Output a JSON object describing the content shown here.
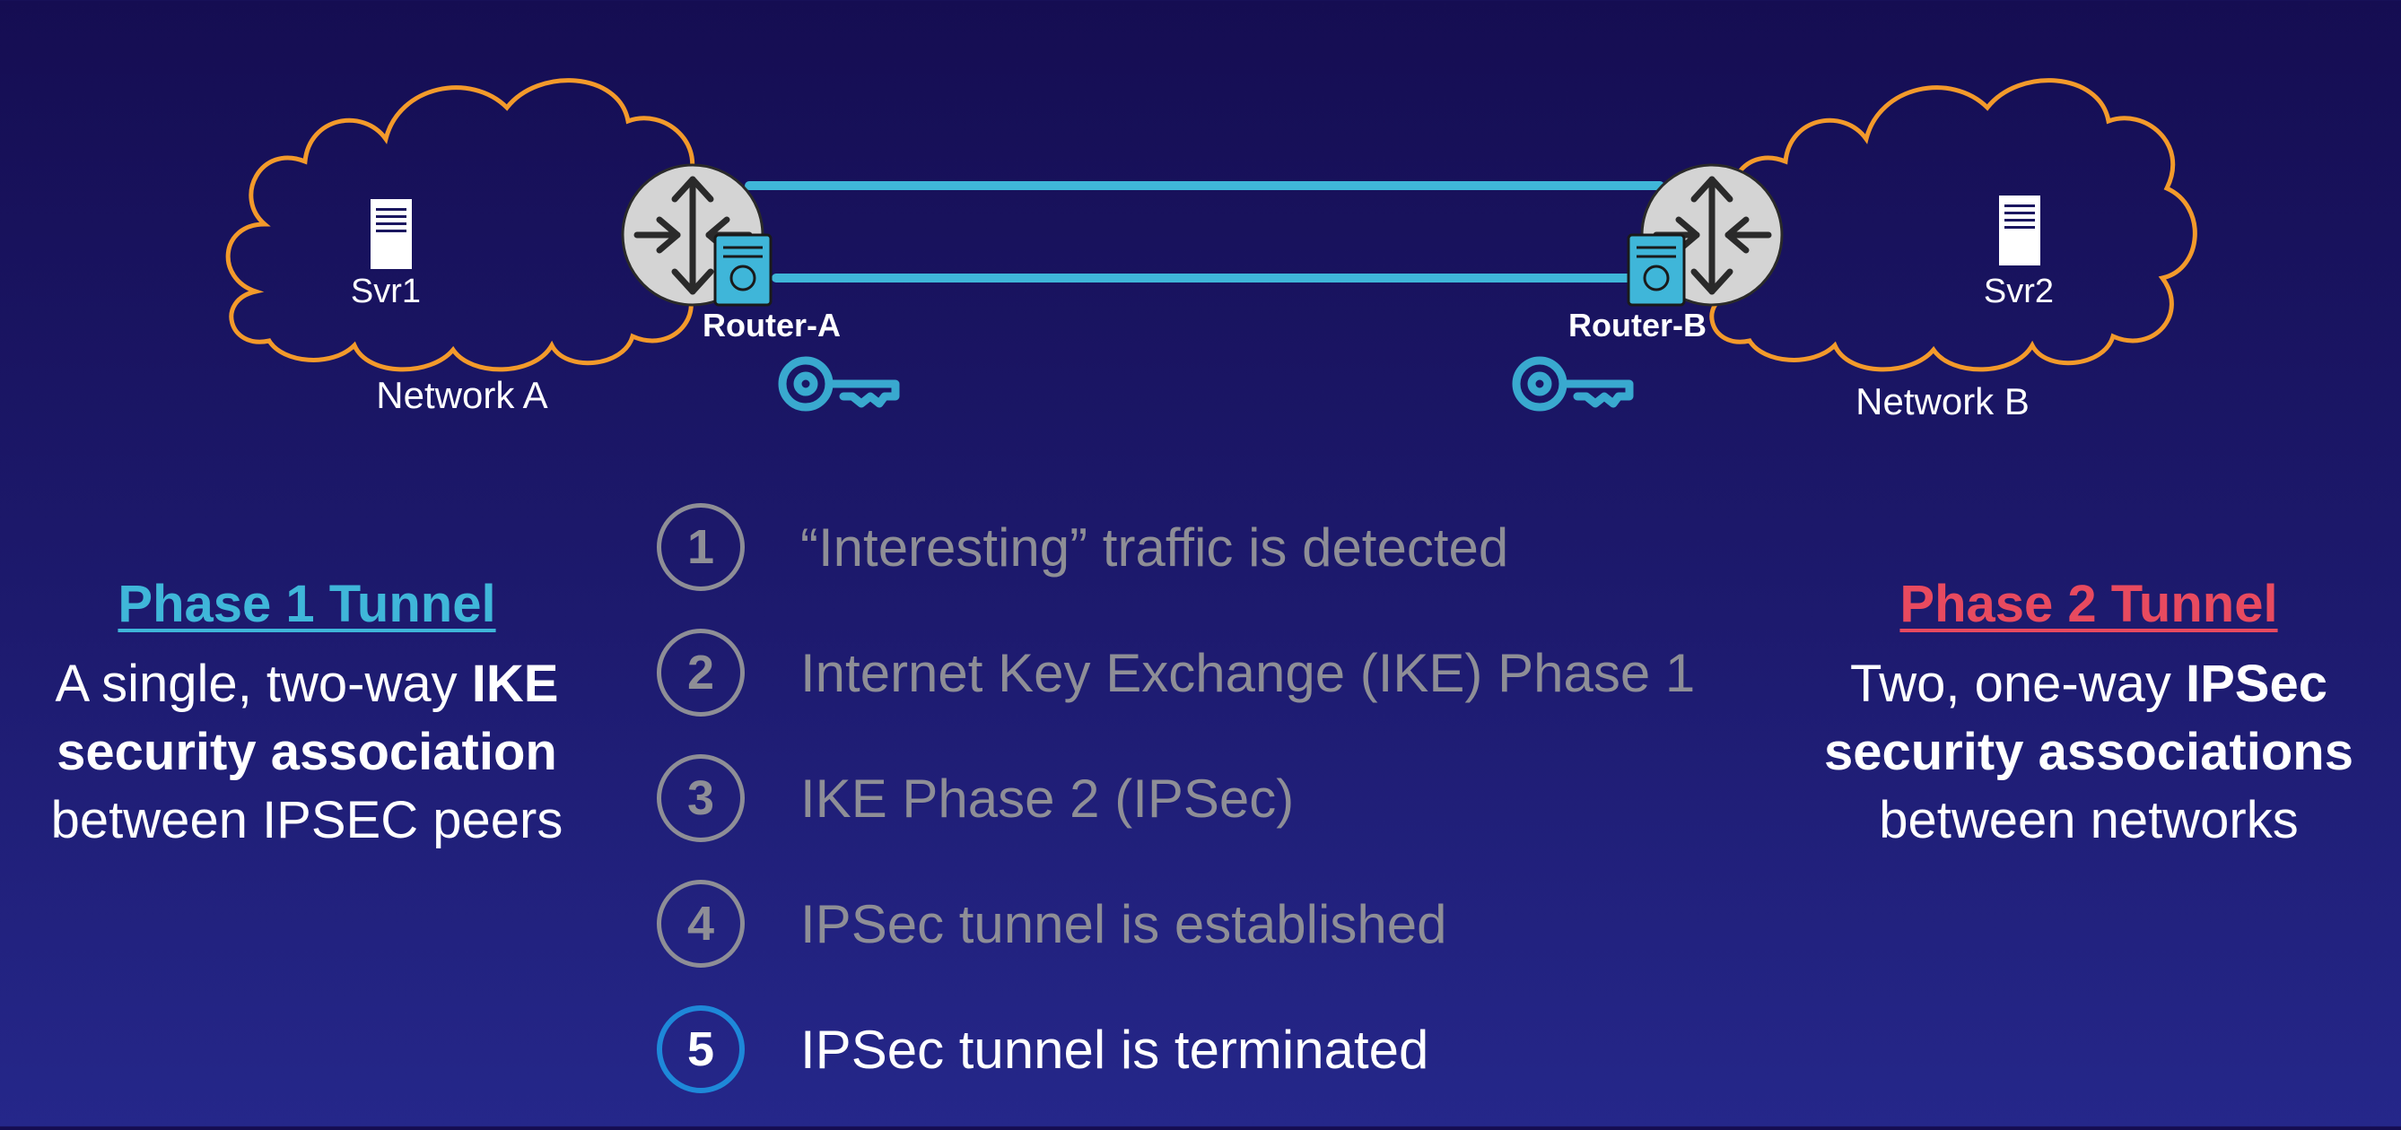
{
  "diagram": {
    "server_left": "Svr1",
    "server_right": "Svr2",
    "router_left": "Router-A",
    "router_right": "Router-B",
    "network_left": "Network A",
    "network_right": "Network B",
    "colors": {
      "cloud": "#f39a2b",
      "tunnel": "#3fb6d9",
      "key": "#39a9cf",
      "router": "#d4d4d4"
    }
  },
  "phase1": {
    "title": "Phase 1 Tunnel",
    "color": "#3fb6d9",
    "desc_pre": "A single, two-way ",
    "desc_bold": "IKE security association",
    "desc_post": "between IPSEC peers"
  },
  "phase2": {
    "title": "Phase 2 Tunnel",
    "color": "#e84a5f",
    "desc_pre": "Two, one-way ",
    "desc_bold": "IPSec security associations",
    "desc_post": "between networks"
  },
  "steps": [
    {
      "num": "1",
      "label": "“Interesting” traffic is detected"
    },
    {
      "num": "2",
      "label": "Internet Key Exchange (IKE) Phase 1"
    },
    {
      "num": "3",
      "label": "IKE Phase 2 (IPSec)"
    },
    {
      "num": "4",
      "label": "IPSec tunnel is established"
    },
    {
      "num": "5",
      "label": "IPSec tunnel is terminated"
    }
  ],
  "active_step": 5
}
